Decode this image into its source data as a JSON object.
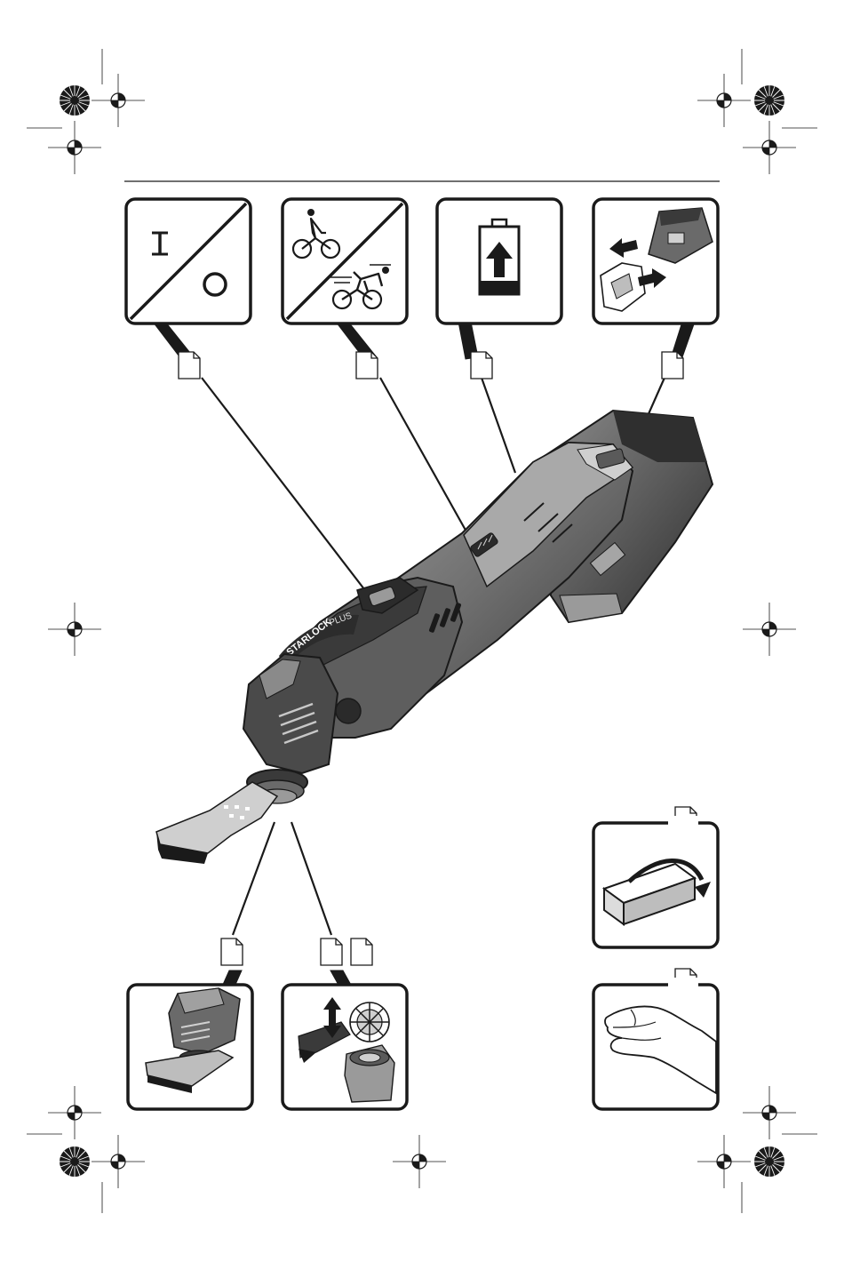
{
  "document": {
    "type": "illustration-page",
    "palette": {
      "ink": "#1a1a1a",
      "tool_dark": "#3c3c3c",
      "tool_mid": "#7d7d7d",
      "tool_light": "#bdbdbd",
      "paper": "#ffffff"
    }
  },
  "tool": {
    "brand_label": "STARLOCK",
    "brand_sub_label": "PLUS"
  },
  "icons": [
    {
      "id": "on-off",
      "icon": "on-off-switch-icon"
    },
    {
      "id": "speed",
      "icon": "cyclist-speed-icon"
    },
    {
      "id": "battery",
      "icon": "battery-charge-icon"
    },
    {
      "id": "battery-change",
      "icon": "battery-insert-icon"
    },
    {
      "id": "accessory-sanding",
      "icon": "sanding-plate-icon"
    },
    {
      "id": "accessory-change",
      "icon": "blade-change-icon"
    },
    {
      "id": "workpiece",
      "icon": "workpiece-rotate-icon"
    },
    {
      "id": "grip",
      "icon": "hand-grip-icon"
    }
  ]
}
